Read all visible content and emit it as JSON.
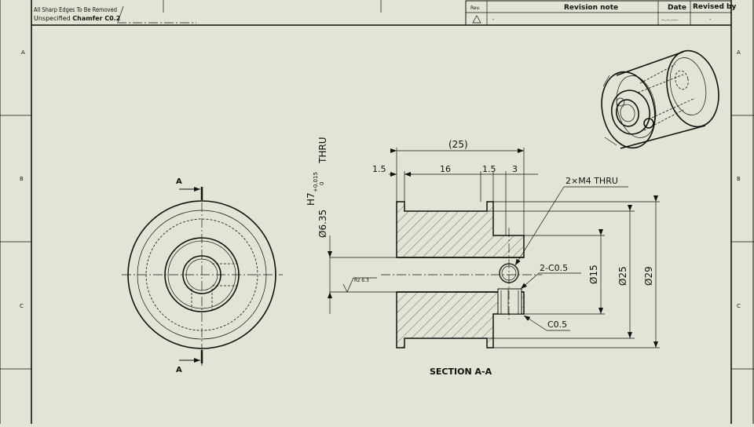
{
  "notes": {
    "line1": "All Sharp Edges To Be Removed",
    "line2_prefix": "Unspecified ",
    "line2_bold": "Chamfer C0.2"
  },
  "revision_table": {
    "col_rev": "Rev.",
    "col_note": "Revision note",
    "col_date": "Date",
    "col_revised": "Revised by",
    "row_note": "-",
    "row_date": "--.--.----",
    "row_revised": "-"
  },
  "border_zones": {
    "rows": [
      "A",
      "B",
      "C"
    ]
  },
  "front_view": {
    "section_label_top": "A",
    "section_label_bottom": "A"
  },
  "section_view": {
    "title": "SECTION A-A",
    "dim_overall": "(25)",
    "dim_flange_left": "1.5",
    "dim_hub": "16",
    "dim_flange_right": "1.5",
    "dim_boss": "3",
    "thread_callout": "2×M4 THRU",
    "chamfer_hole": "2-C0.5",
    "chamfer_edge": "C0.5",
    "dia_bore": "Ø6.35",
    "bore_tol_class": "H7",
    "bore_tol_upper": "+0.015",
    "bore_tol_lower": "0",
    "bore_thru": "THRU",
    "dia_boss": "Ø15",
    "dia_pitch": "Ø25",
    "dia_flange": "Ø29",
    "surface_roughness": "Rz 6.3"
  }
}
